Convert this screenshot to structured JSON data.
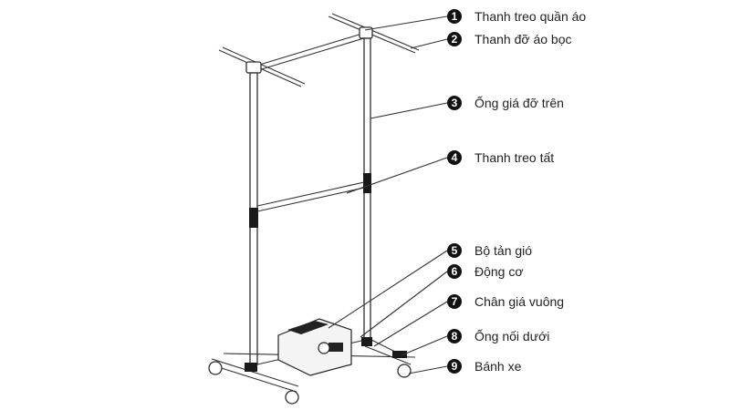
{
  "parts": [
    {
      "number": "1",
      "label": "Thanh treo quần áo"
    },
    {
      "number": "2",
      "label": "Thanh đỡ áo bọc"
    },
    {
      "number": "3",
      "label": "Ống giá đỡ trên"
    },
    {
      "number": "4",
      "label": "Thanh treo tất"
    },
    {
      "number": "5",
      "label": "Bộ tản gió"
    },
    {
      "number": "6",
      "label": "Động cơ"
    },
    {
      "number": "7",
      "label": "Chân giá vuông"
    },
    {
      "number": "8",
      "label": "Ống nối dưới"
    },
    {
      "number": "9",
      "label": "Bánh xe"
    }
  ]
}
